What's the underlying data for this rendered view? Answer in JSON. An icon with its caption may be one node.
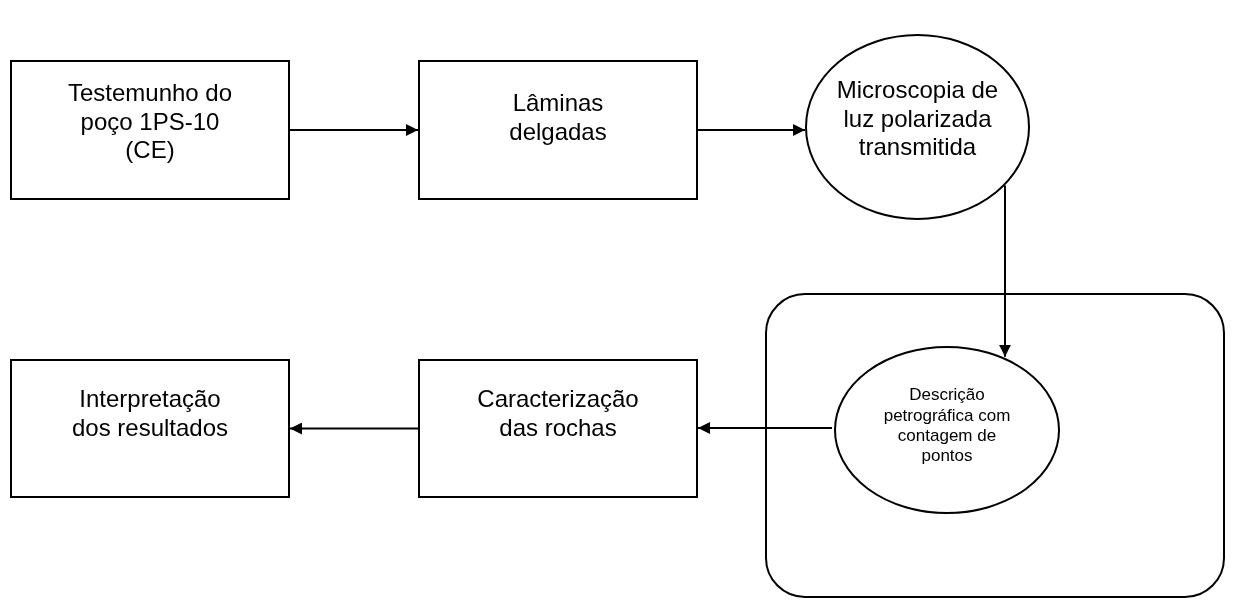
{
  "diagram": {
    "nodes": [
      {
        "text": [
          "Testemunho do poço 1PS-10 (CE)"
        ]
      },
      {
        "text": [
          "Lâminas delgadas"
        ]
      },
      {
        "text": [
          "Microscopia de luz polarizada transmitida"
        ]
      },
      {
        "text": [],
        "shape": "box"
      },
      {
        "text": [
          "Descrição petrográfica com contagem de pontos"
        ],
        "in": 3
      },
      {
        "text": [
          "Caracterização das rochas"
        ]
      },
      {
        "text": [
          "Interpretação dos resultados"
        ]
      }
    ],
    "edges": [
      {
        "from": 0,
        "to": 1,
        "arrow": "to"
      },
      {
        "from": 1,
        "to": 2,
        "arrow": "to"
      },
      {
        "from": 2,
        "to": 4,
        "arrow": "to"
      },
      {
        "from": 4,
        "to": 5,
        "arrow": "to"
      },
      {
        "from": 5,
        "to": 6,
        "arrow": "to"
      }
    ]
  }
}
